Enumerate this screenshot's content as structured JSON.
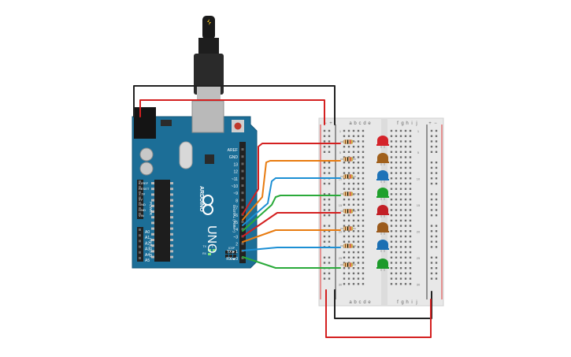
{
  "arduino": {
    "brand": "ARDUINO",
    "model": "UNO",
    "header_left": [
      "IOREF",
      "RESET",
      "3.3V",
      "5V",
      "GND",
      "GND",
      "VIN"
    ],
    "power_label": "POWER",
    "analog_label": "ANALOG IN",
    "analog_pins": [
      "A0",
      "A1",
      "A2",
      "A3",
      "A4",
      "A5"
    ],
    "digital_label": "DIGITAL (PWM~)",
    "digital_pins": [
      "AREF",
      "GND",
      "13",
      "12",
      "~11",
      "~10",
      "~9",
      "8",
      "7",
      "~6",
      "~5",
      "4",
      "~3",
      "2",
      "TX►1",
      "RX◄0"
    ],
    "led_labels": [
      "TX",
      "RX",
      "L"
    ],
    "icsp_label": "ICSP",
    "on_label": "ON"
  },
  "breadboard": {
    "col_letters_left": [
      "a",
      "b",
      "c",
      "d",
      "e"
    ],
    "col_letters_right": [
      "f",
      "g",
      "h",
      "i",
      "j"
    ],
    "rail_signs": [
      "+",
      "−"
    ],
    "row_numbers": [
      "1",
      "5",
      "10",
      "15",
      "20",
      "25",
      "30"
    ]
  },
  "leds": {
    "colors": [
      "#d4232a",
      "#a0601c",
      "#1e73b8",
      "#1fa02c",
      "#c21f26",
      "#9b5b1d",
      "#1b6fb3",
      "#1c9a2a"
    ]
  },
  "wires": {
    "colors": {
      "red": "#d42020",
      "black": "#222222",
      "orange": "#e87b10",
      "blue": "#1c8fd4",
      "green": "#2aaa3a"
    }
  }
}
